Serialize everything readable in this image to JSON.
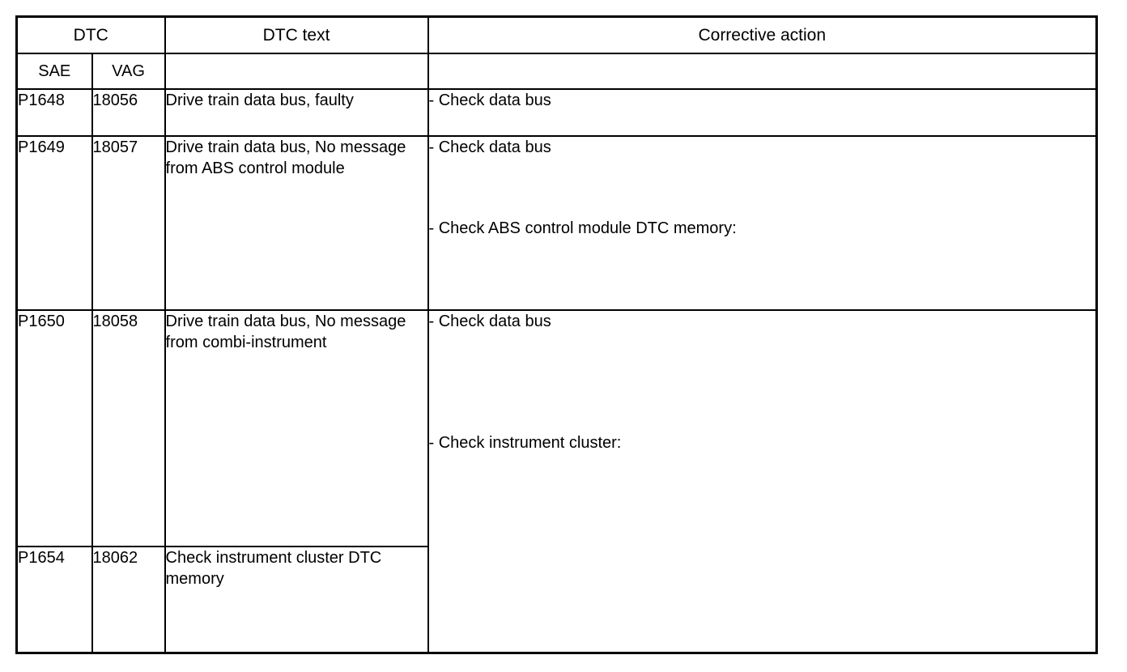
{
  "document": {
    "kind": "dtc-reference-table"
  },
  "table": {
    "headers": {
      "group_dtc": "DTC",
      "sub_sae": "SAE",
      "sub_vag": "VAG",
      "dtc_text": "DTC text",
      "corrective_action": "Corrective action",
      "dtc_text_sub": "",
      "corrective_action_sub": ""
    },
    "rows": [
      {
        "sae": "P1648",
        "vag": "18056",
        "dtc_text": "Drive train data bus, faulty",
        "actions": [
          "- Check data bus"
        ]
      },
      {
        "sae": "P1649",
        "vag": "18057",
        "dtc_text": "Drive train data bus, No message from ABS control module",
        "actions": [
          "- Check data bus",
          "- Check ABS control module DTC memory:"
        ]
      },
      {
        "sae": "P1650",
        "vag": "18058",
        "dtc_text": "Drive train data bus, No message from combi-instrument",
        "actions": [
          "- Check data bus",
          "- Check instrument cluster:"
        ]
      },
      {
        "sae": "P1654",
        "vag": "18062",
        "dtc_text": "Check instrument cluster DTC memory",
        "actions": []
      }
    ]
  },
  "colors": {
    "border": "#000000",
    "text": "#000000",
    "background": "#ffffff"
  }
}
